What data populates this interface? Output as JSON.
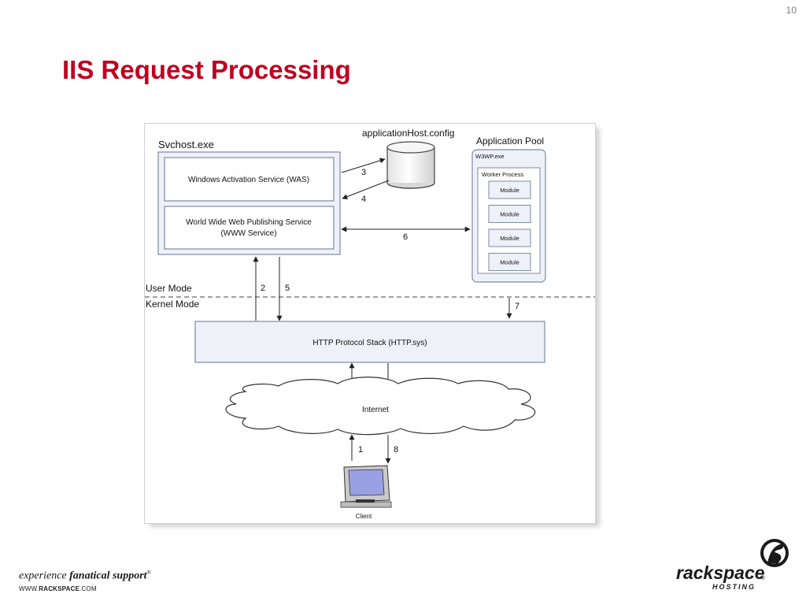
{
  "slide": {
    "page_number": "10",
    "title": "IIS Request Processing"
  },
  "diagram": {
    "svchost_label": "Svchost.exe",
    "was_label": "Windows Activation Service (WAS)",
    "www_label_line1": "World Wide Web Publishing Service",
    "www_label_line2": "(WWW Service)",
    "config_label": "applicationHost.config",
    "app_pool_label": "Application Pool",
    "w3wp_label": "W3WP.exe",
    "worker_process_label": "Worker Process",
    "modules": [
      "Module",
      "Module",
      "Module",
      "Module"
    ],
    "user_mode_label": "User Mode",
    "kernel_mode_label": "Kernel Mode",
    "http_stack_label": "HTTP Protocol Stack (HTTP.sys)",
    "internet_label": "Internet",
    "client_label": "Client",
    "steps": [
      "1",
      "2",
      "3",
      "4",
      "5",
      "6",
      "7",
      "8"
    ]
  },
  "footer": {
    "tagline_prefix": "experience ",
    "tagline_emphasis": "fanatical support",
    "tagline_mark": "®",
    "website_prefix": "WWW.",
    "website_brand": "RACKSPACE",
    "website_suffix": ".COM"
  },
  "logo": {
    "wordmark": "rackspace",
    "registered": "®",
    "subtitle": "HOSTING"
  },
  "colors": {
    "title": "#c00020",
    "box_fill": "#eef1f8",
    "box_stroke": "#7d8aa0"
  }
}
